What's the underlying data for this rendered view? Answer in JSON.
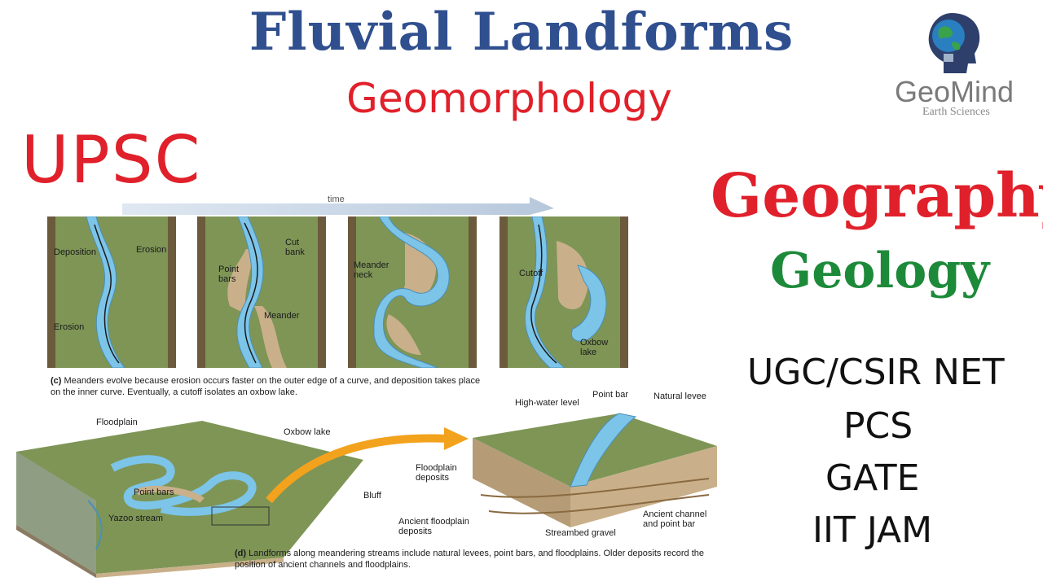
{
  "header": {
    "title": "Fluvial Landforms",
    "subtitle": "Geomorphology"
  },
  "left_tag": "UPSC",
  "right": {
    "geography": "Geography",
    "geology": "Geology",
    "exams": [
      "UGC/CSIR NET",
      "PCS",
      "GATE",
      "IIT JAM"
    ]
  },
  "logo": {
    "name": "GeoMind",
    "tagline": "Earth Sciences"
  },
  "figure_c": {
    "arrow_label": "time",
    "panel1": {
      "deposition": "Deposition",
      "erosion_top": "Erosion",
      "erosion_bottom": "Erosion"
    },
    "panel2": {
      "cut_bank": "Cut\nbank",
      "point_bars": "Point\nbars",
      "meander": "Meander"
    },
    "panel3": {
      "meander_neck": "Meander\nneck"
    },
    "panel4": {
      "cutoff": "Cutoff",
      "oxbow_lake": "Oxbow\nlake"
    },
    "caption_tag": "(c)",
    "caption": "Meanders evolve because erosion occurs faster on the outer edge of a curve, and deposition takes place on the inner curve. Eventually, a cutoff isolates an oxbow lake."
  },
  "figure_d": {
    "floodplain": "Floodplain",
    "oxbow_lake": "Oxbow lake",
    "point_bars": "Point bars",
    "yazoo_stream": "Yazoo stream",
    "bluff": "Bluff",
    "high_water_level": "High-water level",
    "point_bar": "Point bar",
    "natural_levee": "Natural levee",
    "floodplain_deposits": "Floodplain\ndeposits",
    "ancient_floodplain_deposits": "Ancient floodplain\ndeposits",
    "streambed_gravel": "Streambed gravel",
    "ancient_channel": "Ancient channel\nand point bar",
    "caption_tag": "(d)",
    "caption": "Landforms along meandering streams include natural levees, point bars, and floodplains. Older deposits record the position of ancient channels and floodplains."
  },
  "colors": {
    "title_blue": "#2f4f8f",
    "accent_red": "#e0202a",
    "geology_green": "#1d8a3a",
    "water_blue": "#7cc4e8",
    "grass_green": "#6f8f4a"
  }
}
